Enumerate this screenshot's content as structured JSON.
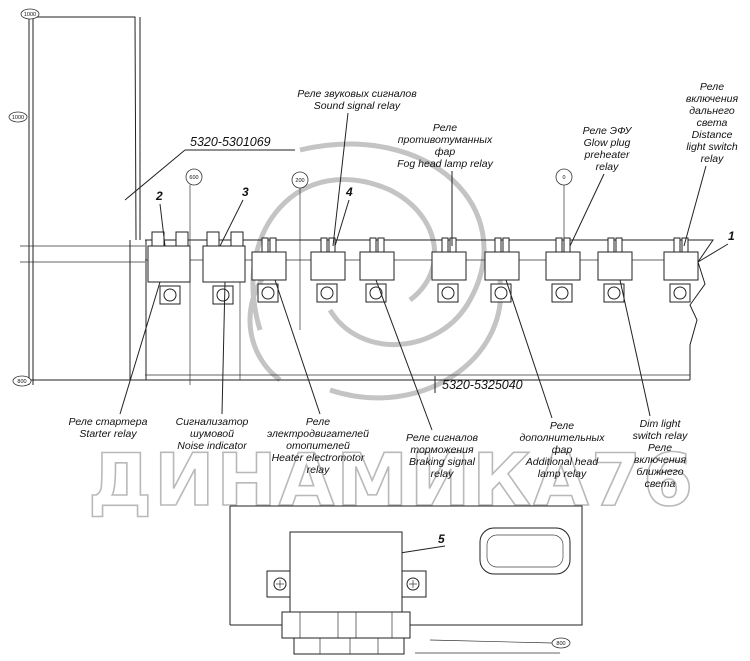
{
  "part_numbers": {
    "upper": "5320-5301069",
    "lower": "5320-5325040"
  },
  "callouts": [
    "1",
    "2",
    "3",
    "4",
    "5"
  ],
  "dimension_marks": [
    "1000",
    "600",
    "200",
    "0",
    "800",
    "800",
    "1000"
  ],
  "labels": {
    "sound_signal": [
      "Реле звуковых сигналов",
      "Sound signal relay"
    ],
    "fog_lamp": [
      "Реле",
      "противотуманных",
      "фар",
      "Fog head lamp relay"
    ],
    "glow_plug": [
      "Реле ЭФУ",
      "Glow plug",
      "preheater",
      "relay"
    ],
    "distance_light": [
      "Реле",
      "включения",
      "дальнего",
      "света",
      "Distance",
      "light switch",
      "relay"
    ],
    "starter": [
      "Реле стартера",
      "Starter relay"
    ],
    "noise": [
      "Сигнализатор",
      "шумовой",
      "Noise indicator"
    ],
    "heater": [
      "Реле",
      "электродвигателей",
      "отопителей",
      "Heater electromotor",
      "relay"
    ],
    "braking": [
      "Реле сигналов",
      "торможения",
      "Braking signal",
      "relay"
    ],
    "additional_head": [
      "Реле",
      "дополнительных",
      "фар",
      "Additional head",
      "lamp relay"
    ],
    "dim_light": [
      "Dim light",
      "switch relay",
      "Реле",
      "включения",
      "ближнего",
      "света"
    ]
  },
  "watermark": "ДИНАМИКА76"
}
